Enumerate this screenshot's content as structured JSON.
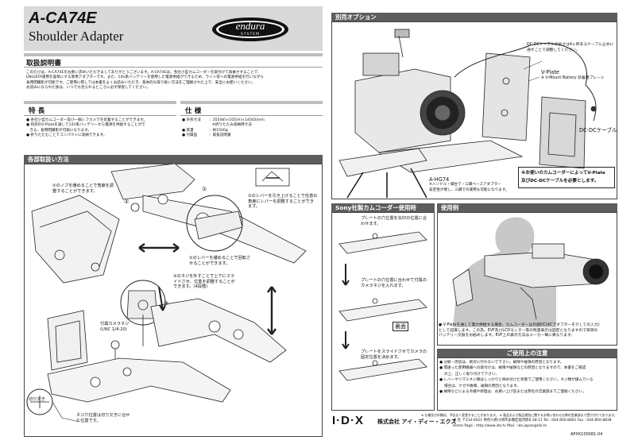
{
  "header": {
    "model": "A-CA74E",
    "product_name": "Shoulder Adapter",
    "logo_word": "endura",
    "logo_sub": "SYSTEM"
  },
  "manual": {
    "title": "取扱説明書",
    "intro": [
      "このたびは、A-CA74Eをお買い求めいただきましてありがとうございます。A-CA74Eは、各社小型カムコーダーを取付けて肩乗せすることで、",
      "ENG/EFP運用を容易にする専用アダプターです。また、14V系バッテリーを使用した電源供給ができるため、ライト等への電源供給を行いながら",
      "長時間撮影が可能です。ご使用に際しては本書をよくお読みいただき、基本的な取り扱い方法をご理解された上で、安全にお使いください。",
      "お読みになられた後は、いつでも見られるところに必ず保管してください。"
    ]
  },
  "features": {
    "title": "特 長",
    "items": [
      "各社小型カムコーダー及び一眼レフカメラを装着することができます。",
      "別売のV-Plateを通して14V系バッテリーから電源を供給することがで",
      "きる、長時間撮影が可能になります。",
      "折りたたむことでコンパクトに収納できます。"
    ]
  },
  "specs": {
    "title": "仕 様",
    "rows": [
      {
        "label": "外形寸法",
        "value": "：355(W)×105(H)×140(D)mm"
      },
      {
        "label": "",
        "value": "※折りたたみ収納時寸法"
      },
      {
        "label": "質量",
        "value": "：約1500g"
      },
      {
        "label": "付属品",
        "value": "：取扱説明書"
      }
    ]
  },
  "parts": {
    "title": "各部取扱い方法",
    "callouts": [
      "②のノブを緩めることで角度を調整することができます。",
      "①のレバーを引き上げることで任意の角度にレバーを調整することができます。",
      "①のレバーを緩めることで回転させることができます。",
      "③のネジを外すことで上下にスライドさせ、位置を調整することができます。(4段階)",
      "付属カメラネジ",
      "(UNC 1/4-20)",
      "切り欠き",
      "ネジ穴位置は切り欠きに合せた位置です。"
    ],
    "num1": "①",
    "num2": "②",
    "num3": "③"
  },
  "options": {
    "title": "別売オプション",
    "dc_note": "DC-DCケーブルの長さは4ヶ所あるケーブル止めに通すことで調整してください。",
    "vplate": "V-Plate",
    "vplate_note": "※ V-Mount Battery 装着用プレート",
    "dc_cable": "DC-DCケーブル",
    "ahg74": "A-HG74",
    "ahg74_note1": "※ハンドル・脚台で・三脚ベースアダプター",
    "ahg74_note2": "安定性が増し、三脚での運用も可能になります。",
    "boxed_note1": "※お使いのカムコーダーによってV-Plate",
    "boxed_note2": "及びDC-DCケーブルを必要とします。"
  },
  "sony": {
    "title": "Sony社製カムコーダー使用時",
    "step1": "プレートの穴位置を矢印の位置に合わせます。",
    "step2": "プレートの穴位置に合わせて付属のカメラネジを入れます。",
    "back_label": "裏面",
    "step3": "プレートをスライドさせてカメラの固定位置を決めます。"
  },
  "usage": {
    "title": "使用例",
    "note1": "● V-Plateを通して電力供給する場合、カムコーダーは外部DC(ACアダプターを介しての入力)",
    "note2": "として認識します。この為、EVF及びLCDモニター等の残量表示は固定となりますので早目の",
    "note3": "バッテリー交換をお勧めします。EVF上の表示方法はメーカー毎に異なります。"
  },
  "caution": {
    "title": "ご使用上の注意",
    "items": [
      "● 分解・改造は、絶対に行わないで下さい。故障や破損の原因となります。",
      "● 間違った使用機器への取付けは、故障や破損などの原因となりますので、本書をご確認",
      "の上、正しく取り付けて下さい。",
      "● レバーやツマミネジ類はしっかりと締め付けた状態でご使用ください。ネジ類が緩んでいる",
      "場合は、ケガや故障、破損の原因となります。",
      "● 故障などによる点検や修理は、お買い上げ店または弊社の営業部までご連絡ください。"
    ]
  },
  "footer": {
    "disclaimer": "※ 仕様及び外観は、予告なく変更することがあります。 ※ 製品および製品梱包に関するお問い合わせは弊社営業部まで受け付けております。",
    "brand": "I·D·X",
    "company": "株式会社 アイ・ディー・エクス",
    "address": "本 社 〒214-0021 神奈川県川崎市多摩区宿河原6-28-11  Tel : 044-850-8801  Fax : 044-850-8838",
    "homepage": "Home Page : http://www.idx.tv   Mail : idx.japan@idx.tv",
    "doc_no": "APXK100081-04"
  },
  "colors": {
    "header_band": "#d9d9d9",
    "section_head": "#5d5d5d",
    "rule": "#bdbdbd"
  }
}
